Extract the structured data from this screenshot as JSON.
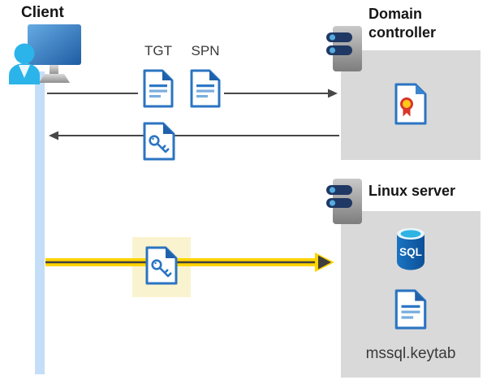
{
  "client": {
    "label": "Client"
  },
  "tickets": {
    "tgt": "TGT",
    "spn": "SPN"
  },
  "domain_controller": {
    "label": "Domain controller"
  },
  "linux_server": {
    "label": "Linux server",
    "sql_badge": "SQL",
    "keytab": "mssql.keytab"
  },
  "colors": {
    "doc_border_blue": "#2b74c2",
    "doc_fold_blue": "#1f61ab",
    "doc_line_blue": "#7aaede",
    "gray_box": "#d9d9d9",
    "highlight_yellow_bg": "#faf3cf",
    "arrow_yellow": "#ffd400",
    "arrow_dark": "#474747",
    "client_timeline_blue": "#c5def8",
    "person_cyan": "#2bb4e9",
    "monitor_blue": "#2a6bb0",
    "server_bar_navy": "#1f3864",
    "server_dot_blue": "#55acdf",
    "sql_cylinder_blue": "#0f5cab",
    "sql_top_cyan": "#2fb3e4",
    "certificate_red": "#d9352b",
    "certificate_yellow": "#ffc819"
  }
}
